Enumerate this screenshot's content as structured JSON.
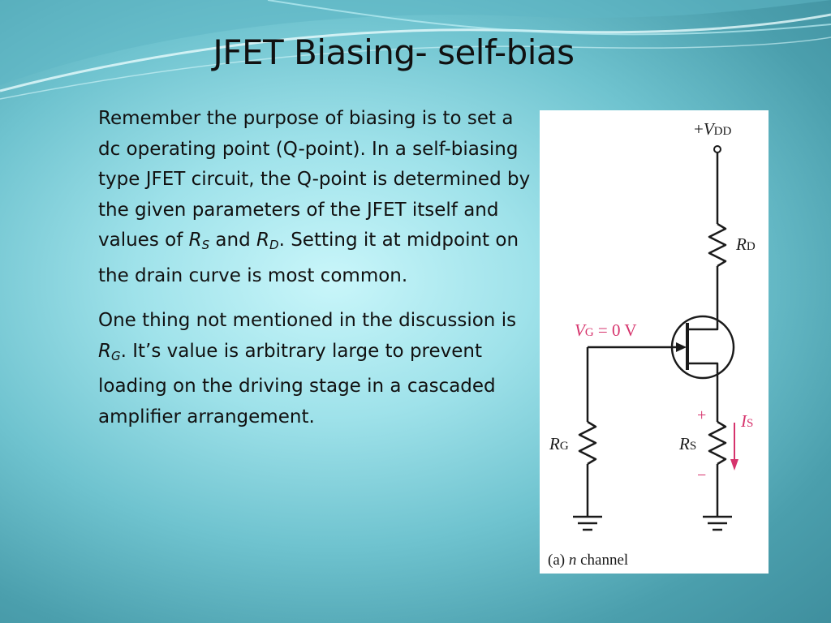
{
  "slide": {
    "title": "JFET Biasing- self-bias",
    "paragraph1": {
      "before": "Remember the purpose of biasing is to set a dc operating point (Q-point). In a self-biasing type JFET circuit, the Q-point is determined by the given parameters of the JFET itself and values of ",
      "var1": "R",
      "var1_sub": "S",
      "middle": " and ",
      "var2": "R",
      "var2_sub": "D",
      "after": ". Setting it at midpoint on the drain curve is most common."
    },
    "paragraph2": {
      "before": "One thing not mentioned in the discussion is ",
      "var": "R",
      "var_sub": "G",
      "after": ". It’s value is arbitrary large to prevent loading on the driving stage in a cascaded amplifier arrangement."
    }
  },
  "circuit": {
    "vdd_plus": "+",
    "vdd_letter": "V",
    "vdd_sub": "DD",
    "rd_letter": "R",
    "rd_sub": "D",
    "vg_letter": "V",
    "vg_sub": "G",
    "vg_value": " = 0 V",
    "rg_letter": "R",
    "rg_sub": "G",
    "rs_letter": "R",
    "rs_sub": "S",
    "plus_sign": "+",
    "minus_sign": "−",
    "is_letter": "I",
    "is_sub": "S",
    "caption_prefix": "(a) ",
    "caption_italic": "n",
    "caption_suffix": " channel",
    "colors": {
      "wire": "#1a1a1a",
      "accent": "#d6336c"
    }
  }
}
